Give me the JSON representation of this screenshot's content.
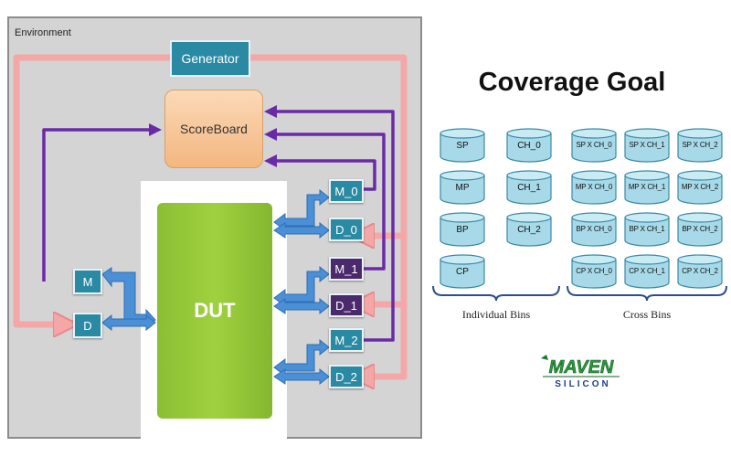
{
  "environment": {
    "label": "Environment"
  },
  "generator": {
    "label": "Generator"
  },
  "scoreboard": {
    "label": "ScoreBoard"
  },
  "dut": {
    "label": "DUT"
  },
  "agents": [
    {
      "id": "m-left",
      "label": "M"
    },
    {
      "id": "d-left",
      "label": "D"
    },
    {
      "id": "m0",
      "label": "M_0"
    },
    {
      "id": "d0",
      "label": "D_0"
    },
    {
      "id": "m1",
      "label": "M_1"
    },
    {
      "id": "d1",
      "label": "D_1"
    },
    {
      "id": "m2",
      "label": "M_2"
    },
    {
      "id": "d2",
      "label": "D_2"
    }
  ],
  "coverage": {
    "title": "Coverage Goal",
    "individual_bins": {
      "label": "Individual Bins",
      "bins": [
        "SP",
        "CH_0",
        "MP",
        "CH_1",
        "BP",
        "CH_2",
        "CP"
      ]
    },
    "cross_bins": {
      "label": "Cross Bins",
      "bins": [
        "SP X CH_0",
        "SP X CH_1",
        "SP X CH_2",
        "MP X CH_0",
        "MP X CH_1",
        "MP X CH_2",
        "BP X CH_0",
        "BP X CH_1",
        "BP X CH_2",
        "CP X CH_0",
        "CP X CH_1",
        "CP X CH_2"
      ]
    }
  },
  "logo": {
    "line1": "MAVEN",
    "line2": "SILICON"
  },
  "colors": {
    "panel": "#d4d4d4",
    "teal": "#2a8aa3",
    "purple": "#4a2a6d",
    "pink": "#f2a0a0",
    "violet": "#6a2aa8",
    "blue": "#3a7fc4",
    "green": "#9fd13f"
  }
}
